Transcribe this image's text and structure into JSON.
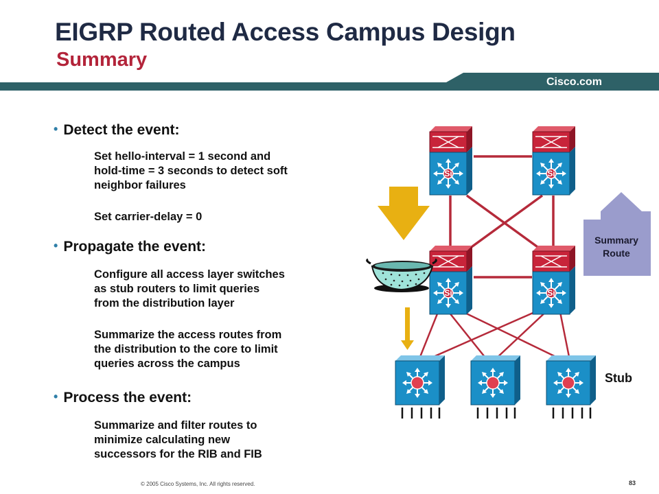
{
  "header": {
    "title": "EIGRP Routed Access Campus Design",
    "subtitle": "Summary",
    "brand": "Cisco.com"
  },
  "content": {
    "sections": [
      {
        "heading": "Detect the event:",
        "items": [
          [
            "Set hello-interval = 1 second and",
            "hold-time = 3 seconds to detect soft",
            "neighbor failures"
          ],
          [
            "Set carrier-delay = 0"
          ]
        ]
      },
      {
        "heading": "Propagate the event:",
        "items": [
          [
            "Configure all access layer switches",
            "as stub routers to limit queries",
            "from the distribution layer"
          ],
          [
            "Summarize the access routes from",
            "the distribution to the core to limit",
            "queries across the campus"
          ]
        ]
      },
      {
        "heading": "Process the event:",
        "items": [
          [
            "Summarize and filter routes to",
            "minimize calculating new",
            "successors for the RIB and FIB"
          ]
        ]
      }
    ]
  },
  "diagram": {
    "switch_label": "Si",
    "summary_route": [
      "Summary",
      "Route"
    ],
    "stub_label": "Stub",
    "colors": {
      "link": "#b52a3a",
      "switch_top": "#c8243a",
      "switch_body": "#1b8fc7",
      "arrow_yellow": "#e8b012",
      "arrow_purple": "#9a9ccc",
      "header_bar": "#2e6167"
    }
  },
  "footer": {
    "copyright": "© 2005 Cisco Systems, Inc. All rights reserved.",
    "page": "83"
  }
}
